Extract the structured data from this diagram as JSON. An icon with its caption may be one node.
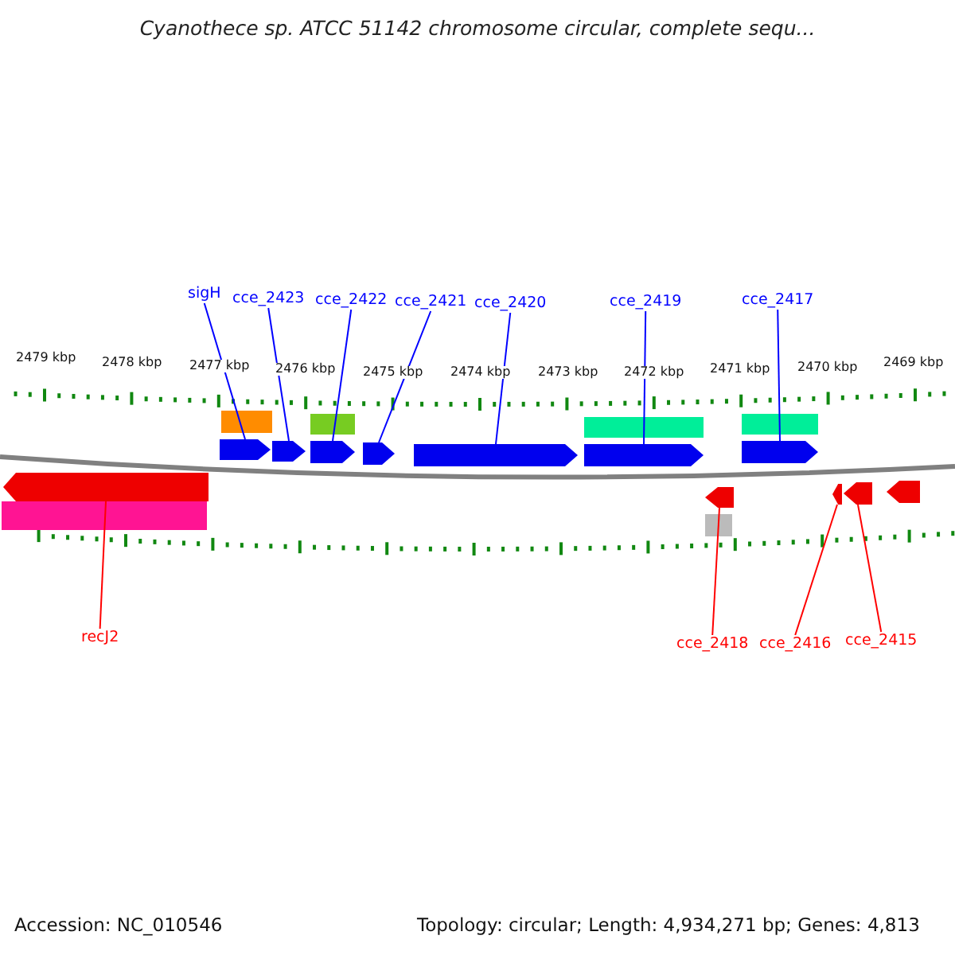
{
  "diagram": {
    "title": "Cyanothece sp. ATCC 51142 chromosome circular, complete sequ...",
    "nodes": [
      {
        "text": [
          "sigH"
        ]
      },
      {
        "text": [
          "cce_2423"
        ]
      },
      {
        "text": [
          "cce_2422"
        ]
      },
      {
        "text": [
          "cce_2421"
        ]
      },
      {
        "text": [
          "cce_2420"
        ]
      },
      {
        "text": [
          "cce_2419"
        ]
      },
      {
        "text": [
          "cce_2417"
        ]
      },
      {
        "text": [],
        "shape": "arrow"
      },
      {
        "text": [],
        "shape": "arrow"
      },
      {
        "text": [],
        "shape": "arrow"
      },
      {
        "text": [],
        "shape": "arrow"
      },
      {
        "text": [],
        "shape": "arrow"
      },
      {
        "text": [],
        "shape": "arrow"
      },
      {
        "text": [],
        "shape": "arrow"
      },
      {
        "text": [],
        "shape": "arrow"
      },
      {
        "text": [],
        "shape": "arrow"
      },
      {
        "text": [],
        "shape": "arrow"
      },
      {
        "text": [],
        "shape": "arrow"
      },
      {
        "text": [],
        "shape": "arrow"
      },
      {
        "text": [
          "recJ2"
        ]
      },
      {
        "text": [
          "cce_2418"
        ]
      },
      {
        "text": [
          "cce_2416"
        ]
      },
      {
        "text": [
          "cce_2415"
        ]
      }
    ],
    "edges": [
      {
        "from": 0,
        "to": 7,
        "arrow": "none"
      },
      {
        "from": 1,
        "to": 8,
        "arrow": "none"
      },
      {
        "from": 2,
        "to": 9,
        "arrow": "none"
      },
      {
        "from": 3,
        "to": 10,
        "arrow": "none"
      },
      {
        "from": 4,
        "to": 11,
        "arrow": "none"
      },
      {
        "from": 5,
        "to": 12,
        "arrow": "none"
      },
      {
        "from": 6,
        "to": 13,
        "arrow": "none"
      },
      {
        "from": 19,
        "to": 14,
        "arrow": "none",
        "color": "#ff0000"
      },
      {
        "from": 20,
        "to": 15,
        "arrow": "none",
        "color": "#ff0000"
      },
      {
        "from": 21,
        "to": 16,
        "arrow": "none",
        "color": "#ff0000"
      },
      {
        "from": 22,
        "to": 17,
        "arrow": "none",
        "color": "#ff0000"
      }
    ],
    "labels": [
      "2479 kbp",
      "2478 kbp",
      "2477 kbp",
      "2476 kbp",
      "2475 kbp",
      "2474 kbp",
      "2473 kbp",
      "2472 kbp",
      "2471 kbp",
      "2470 kbp",
      "2469 kbp",
      "Accession: NC_010546",
      "Topology: circular; Length: 4,934,271 bp; Genes: 4,813"
    ]
  }
}
